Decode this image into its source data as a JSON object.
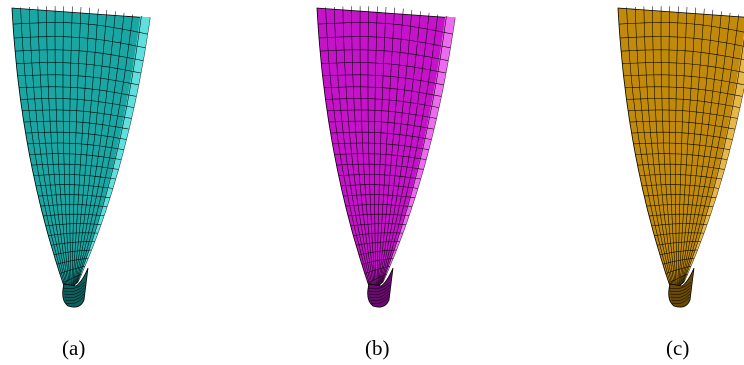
{
  "figure": {
    "panels": [
      {
        "label": "(a)",
        "color": "#1aa6a3",
        "highlight": "#5fe0de",
        "shade": "#0c5f5d"
      },
      {
        "label": "(b)",
        "color": "#c413c9",
        "highlight": "#ec6bee",
        "shade": "#6a0a70"
      },
      {
        "label": "(c)",
        "color": "#c18a0a",
        "highlight": "#e6b84a",
        "shade": "#6a4904"
      }
    ],
    "mesh": {
      "rings": 26,
      "spokes": 16
    }
  }
}
